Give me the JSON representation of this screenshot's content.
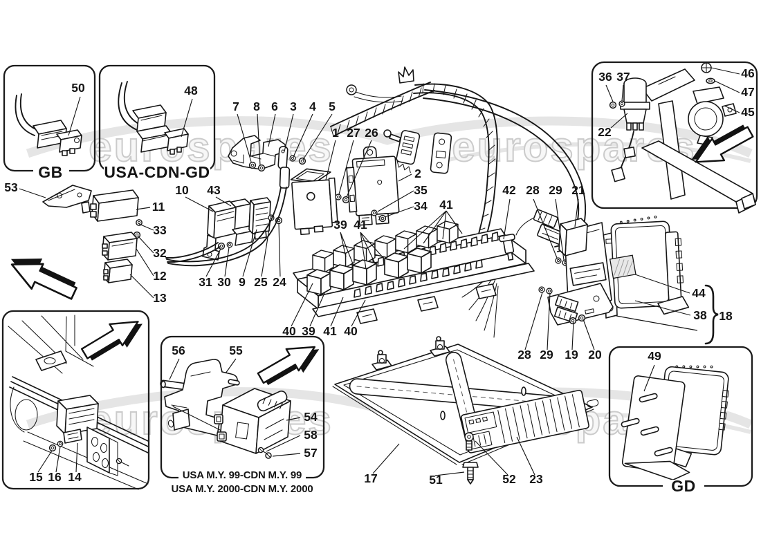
{
  "diagram": {
    "watermark": "eurospares",
    "inset_labels": {
      "gb": "GB",
      "usa_cdn_gd": "USA-CDN-GD",
      "gd": "GD"
    },
    "notes": {
      "usa_my_line1": "USA M.Y. 99-CDN M.Y. 99",
      "usa_my_line2": "USA M.Y. 2000-CDN M.Y. 2000"
    },
    "callout_numbers": {
      "1": "1",
      "2": "2",
      "3": "3",
      "4": "4",
      "5": "5",
      "6": "6",
      "7": "7",
      "8": "8",
      "9": "9",
      "10": "10",
      "11": "11",
      "12": "12",
      "13": "13",
      "14": "14",
      "15": "15",
      "16": "16",
      "17": "17",
      "18": "18",
      "19": "19",
      "20": "20",
      "21": "21",
      "22": "22",
      "23": "23",
      "24": "24",
      "25": "25",
      "26": "26",
      "27": "27",
      "28": "28",
      "29": "29",
      "30": "30",
      "31": "31",
      "32": "32",
      "33": "33",
      "34": "34",
      "35": "35",
      "36": "36",
      "37": "37",
      "38": "38",
      "39": "39",
      "40": "40",
      "41": "41",
      "42": "42",
      "43": "43",
      "44": "44",
      "45": "45",
      "46": "46",
      "47": "47",
      "48": "48",
      "49": "49",
      "50": "50",
      "51": "51",
      "52": "52",
      "53": "53",
      "54": "54",
      "55": "55",
      "56": "56",
      "57": "57",
      "58": "58"
    }
  }
}
